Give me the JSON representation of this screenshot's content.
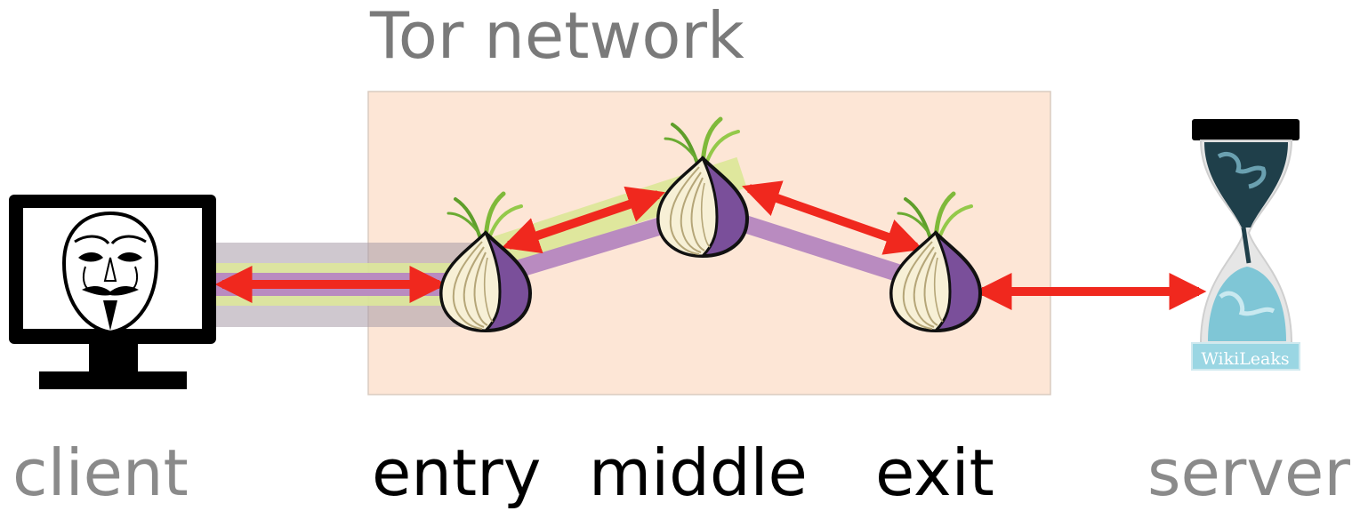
{
  "diagram": {
    "title": "Tor network",
    "nodes": {
      "client": "client",
      "entry": "entry",
      "middle": "middle",
      "exit": "exit",
      "server": "server"
    },
    "server_logo_text": "WikiLeaks"
  },
  "colors": {
    "network_background": "#fde6d6",
    "arrow": "#f0281e",
    "circuit_purple": "#b98bc0",
    "circuit_green": "#dde79a",
    "onion_purple": "#7a4f9a",
    "onion_cream": "#f7f0d6",
    "onion_sprout": "#7fb93a",
    "label_grey": "#8a8a8a"
  }
}
